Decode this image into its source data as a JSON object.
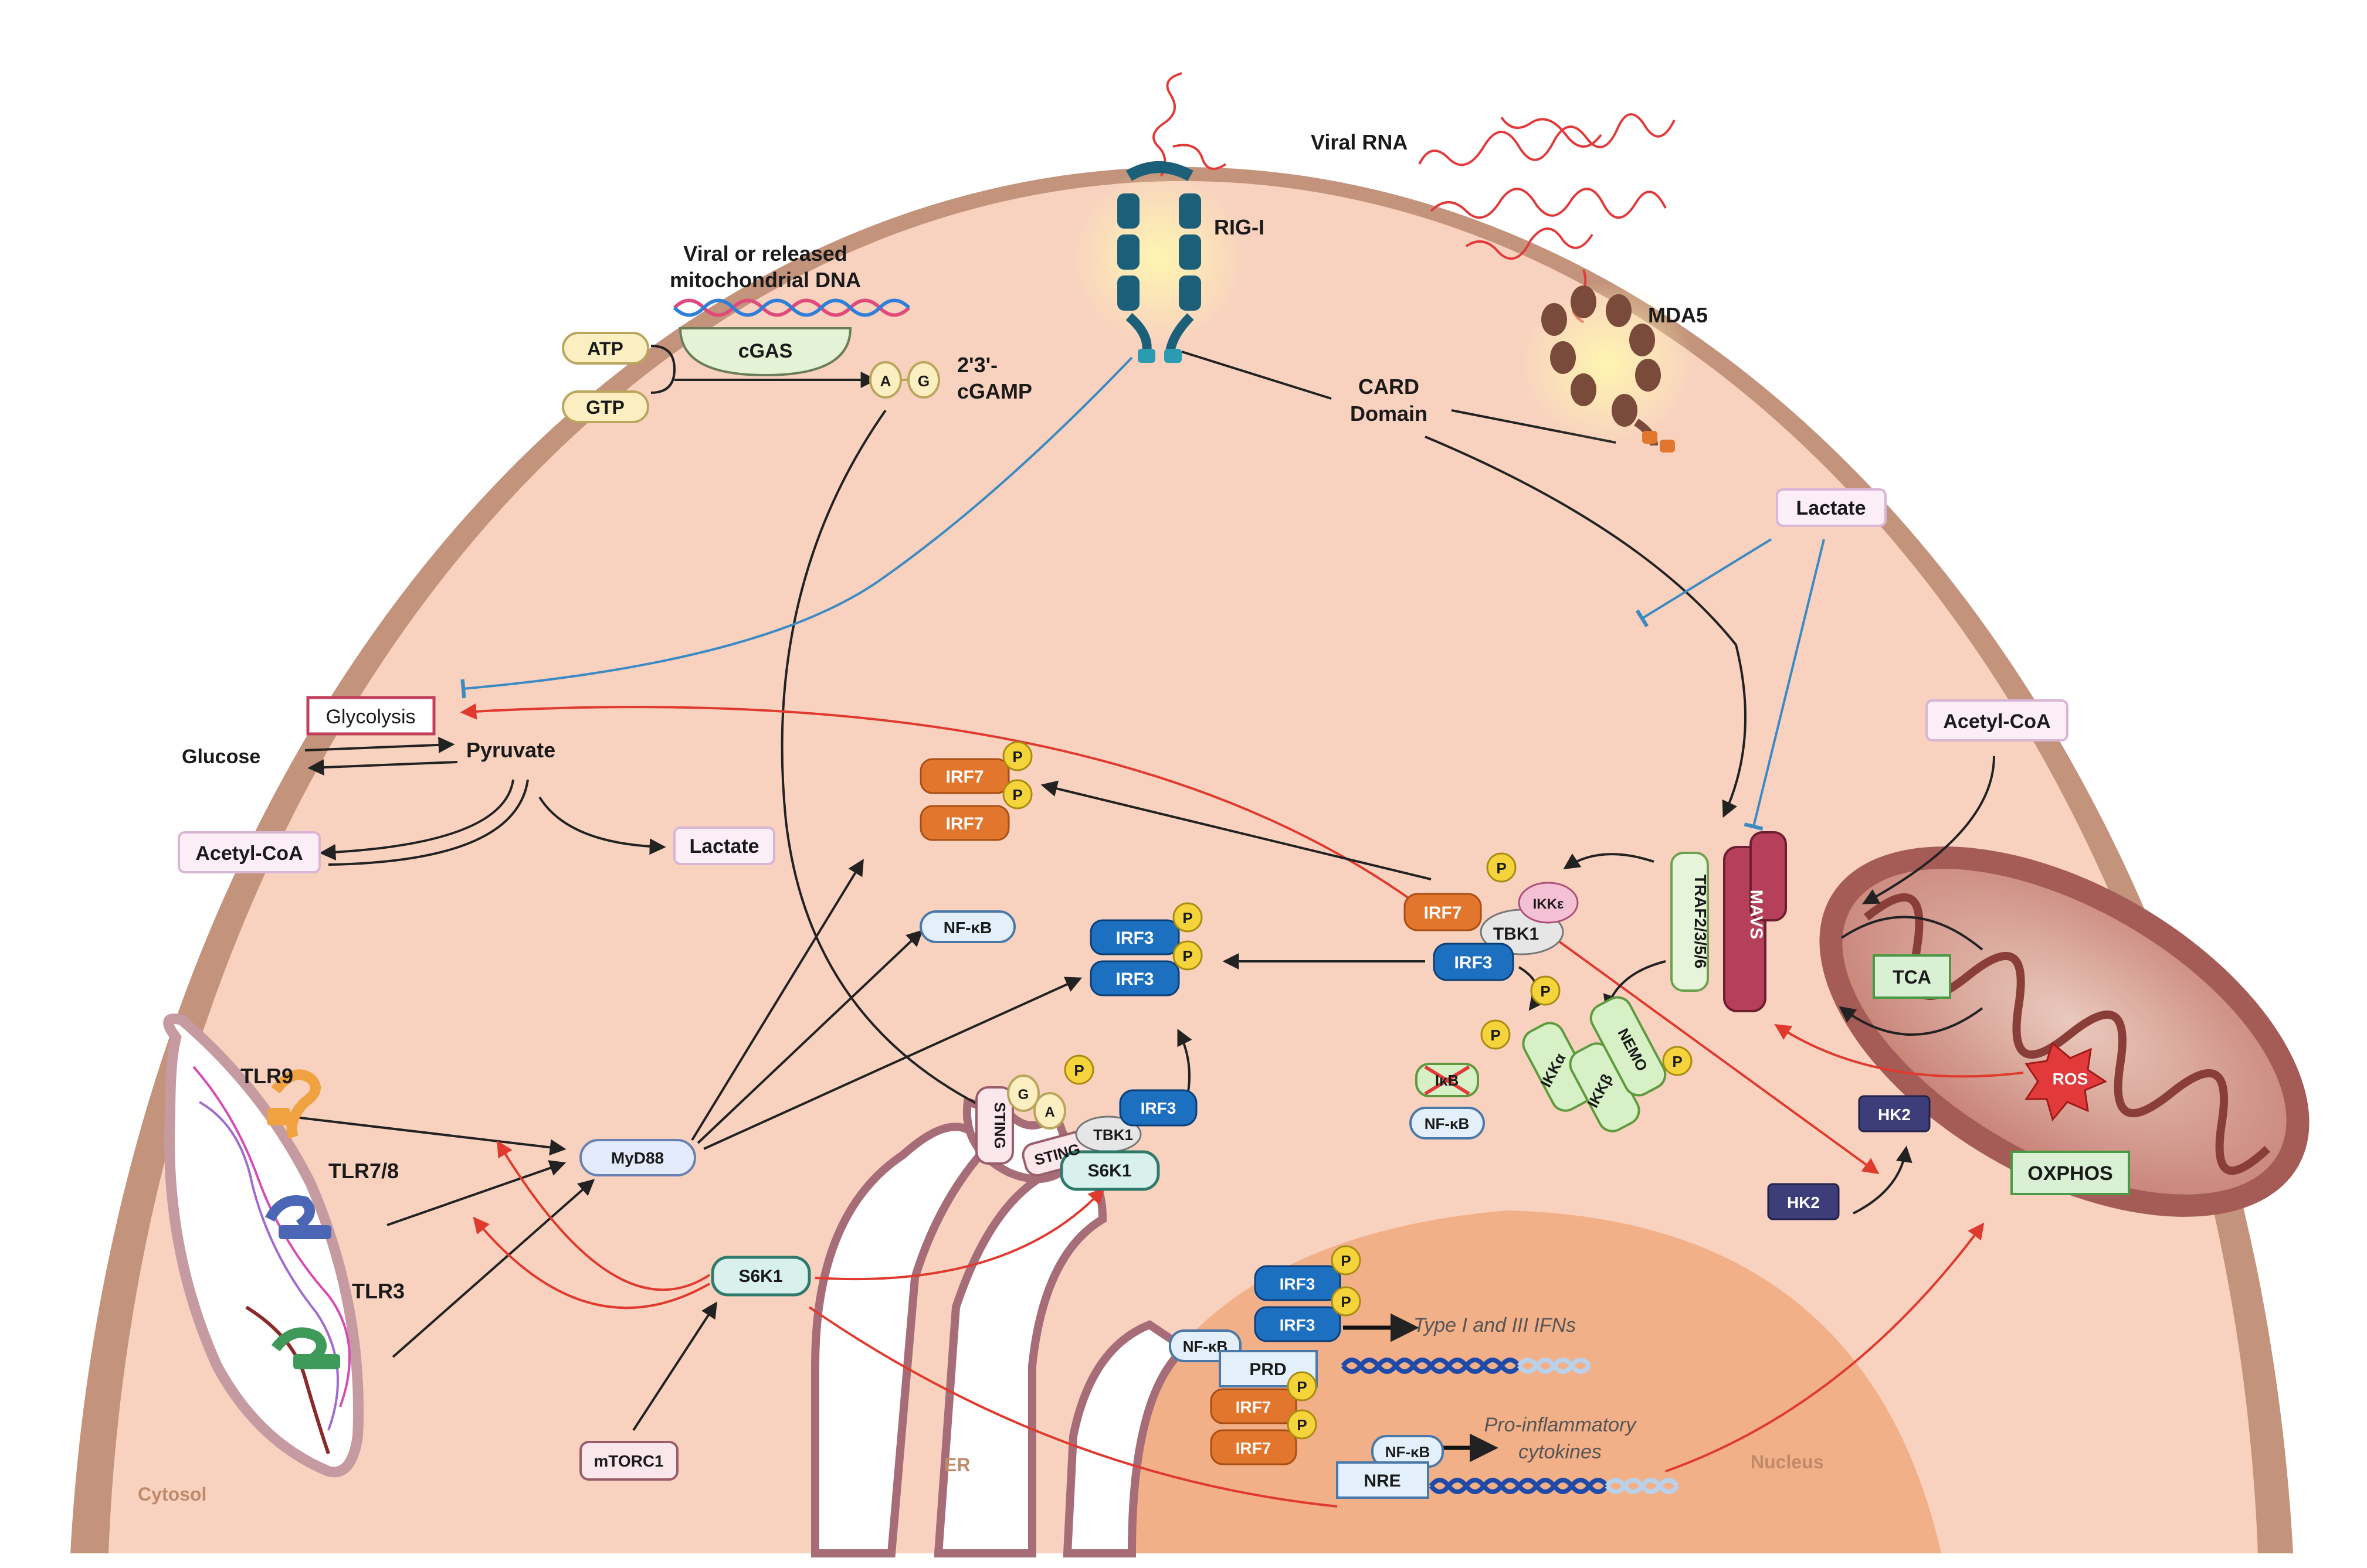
{
  "colors": {
    "cytoplasm": "#f8d2bf",
    "membrane": "#c3937c",
    "nucleus": "#f2b089",
    "er_fill": "#ffffff",
    "er_line": "#a66d78",
    "mito_outer": "#a55b56",
    "mito_inner": "#e7c2b6",
    "activation": "#222222",
    "inhibition": "#3b8ac4",
    "promotion": "#e03a2f",
    "irf3": "#1d6fc0",
    "irf7": "#e3762d",
    "phospho": "#f5d33b",
    "dna_a": "#1f4aa8",
    "dna_b": "#b9d1ea"
  },
  "labels": {
    "viral_dna": [
      "Viral or released",
      "mitochondrial DNA"
    ],
    "cgas": "cGAS",
    "atp": "ATP",
    "gtp": "GTP",
    "cgamp": [
      "2'3'-",
      "cGAMP"
    ],
    "cgamp_a": "A",
    "cgamp_g": "G",
    "rig_i": "RIG-I",
    "viral_rna": "Viral RNA",
    "mda5": "MDA5",
    "card": [
      "CARD",
      "Domain"
    ],
    "lactate_top": "Lactate",
    "glycolysis": "Glycolysis",
    "glucose": "Glucose",
    "pyruvate": "Pyruvate",
    "acetyl_coa_left": "Acetyl-CoA",
    "lactate_left": "Lactate",
    "acetyl_coa_right": "Acetyl-CoA",
    "irf7": "IRF7",
    "irf3": "IRF3",
    "p": "P",
    "nfkb": "NF-κB",
    "tbk1": "TBK1",
    "ikke": "IKKε",
    "traf": "TRAF2/3/5/6",
    "mavs": "MAVS",
    "tca": "TCA",
    "ikka": "IKKα",
    "ikkb": "IKKβ",
    "nemo": "NEMO",
    "ikb": "IκB",
    "ros": "ROS",
    "hk2": "HK2",
    "oxphos": "OXPHOS",
    "tlr9": "TLR9",
    "tlr78": "TLR7/8",
    "tlr3": "TLR3",
    "myd88": "MyD88",
    "sting": "STING",
    "s6k1": "S6K1",
    "mtorc1": "mTORC1",
    "prd": "PRD",
    "nre": "NRE",
    "ifn": "Type I and III IFNs",
    "cytokines": [
      "Pro-inflammatory",
      "cytokines"
    ],
    "nucleus": "Nucleus",
    "er": "ER",
    "cytosol": "Cytosol"
  }
}
